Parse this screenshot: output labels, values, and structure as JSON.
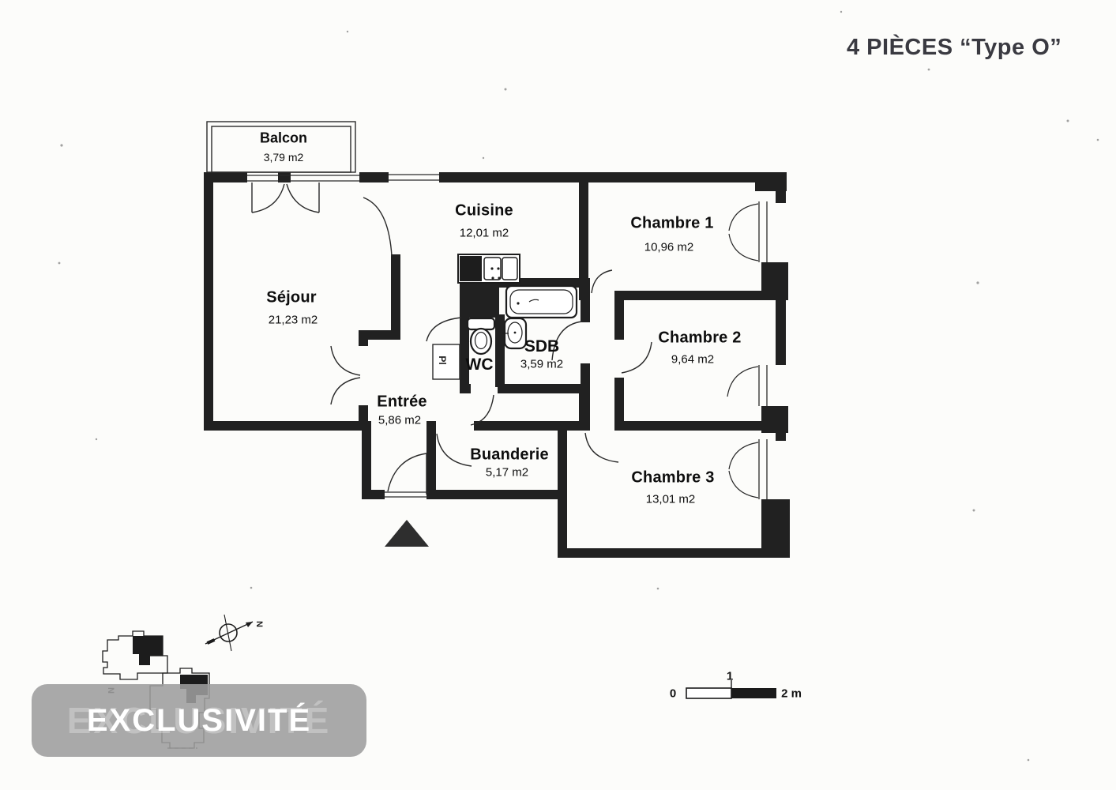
{
  "title": "4 PIÈCES “Type O”",
  "watermark": "EXCLUSIVITÉ",
  "rooms": {
    "balcon": {
      "name": "Balcon",
      "area": "3,79 m2"
    },
    "sejour": {
      "name": "Séjour",
      "area": "21,23 m2"
    },
    "cuisine": {
      "name": "Cuisine",
      "area": "12,01 m2"
    },
    "chambre1": {
      "name": "Chambre 1",
      "area": "10,96 m2"
    },
    "chambre2": {
      "name": "Chambre 2",
      "area": "9,64 m2"
    },
    "sdb": {
      "name": "SDB",
      "area": "3,59 m2"
    },
    "wc": {
      "name": "WC"
    },
    "entree": {
      "name": "Entrée",
      "area": "5,86 m2"
    },
    "buanderie": {
      "name": "Buanderie",
      "area": "5,17 m2"
    },
    "chambre3": {
      "name": "Chambre 3",
      "area": "13,01 m2"
    },
    "placard": {
      "name": "Pl"
    }
  },
  "scale_bar": {
    "zero": "0",
    "one": "1",
    "two": "2 m"
  },
  "compass": {
    "north": "N"
  }
}
